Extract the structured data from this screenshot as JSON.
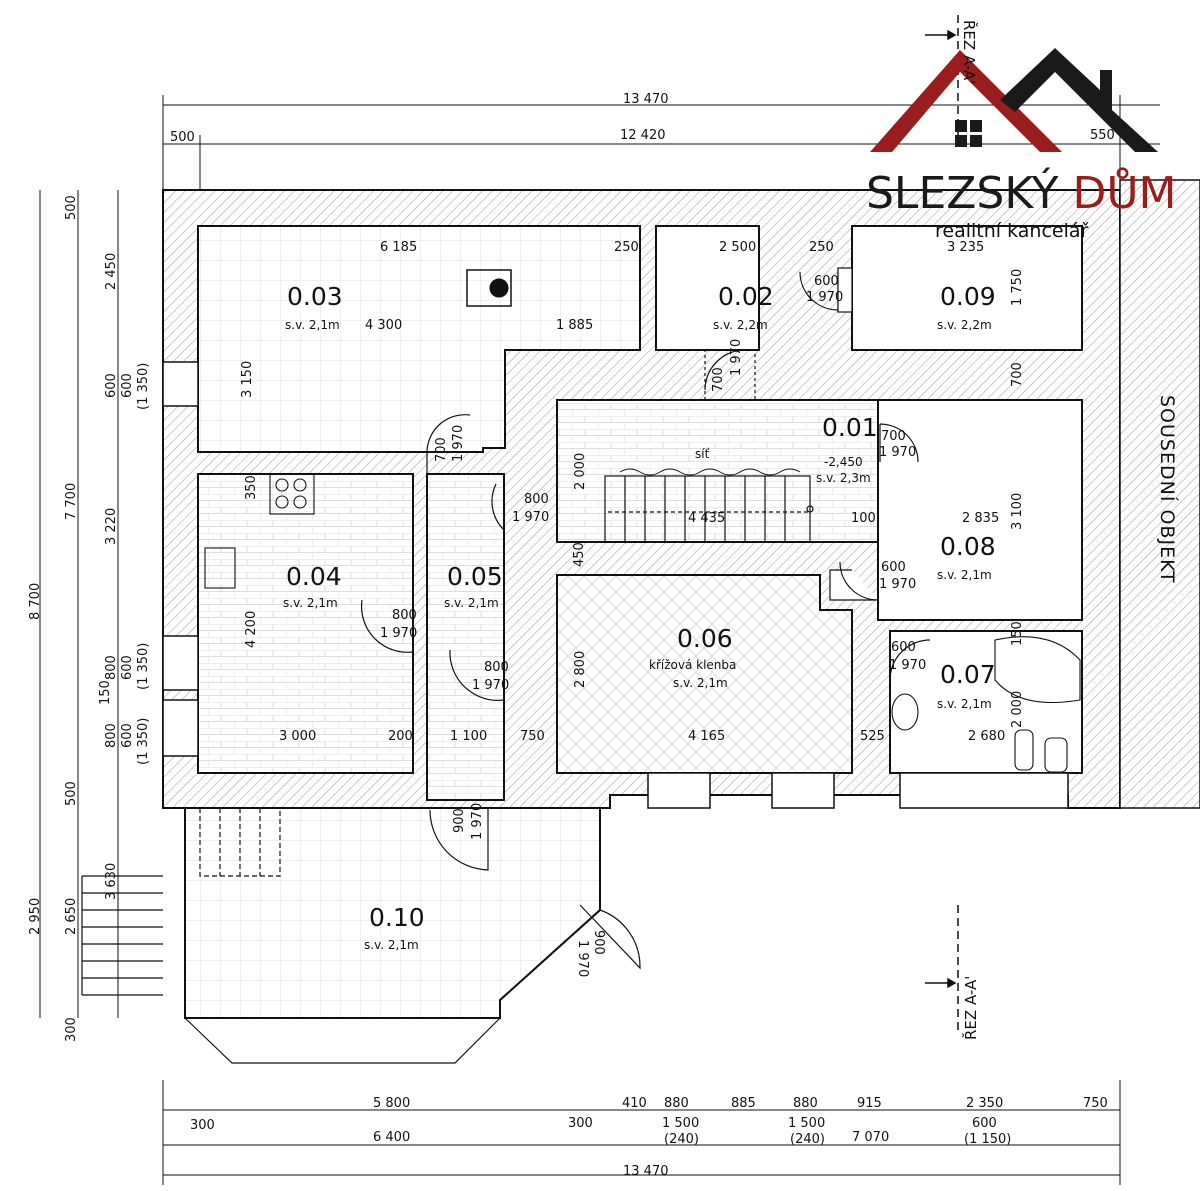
{
  "colors": {
    "logo_red": "#9b1c1c",
    "logo_dark": "#1a1a1a",
    "wall_hatch": "#9a9a9a",
    "line": "#111111"
  },
  "logo": {
    "main": "SLEZSKÝ ",
    "accent": "DŮM",
    "sub": "realitní kancelář",
    "icon": "house-roof-logo-icon"
  },
  "neighbour_label": "SOUSEDNÍ OBJEKT",
  "section_label": "ŘEZ A-A'",
  "section_label_top": "ŘEZ A-A'",
  "rooms": {
    "r003": {
      "id": "0.03",
      "height": "s.v. 2,1m"
    },
    "r002": {
      "id": "0.02",
      "height": "s.v. 2,2m"
    },
    "r009": {
      "id": "0.09",
      "height": "s.v. 2,2m"
    },
    "r001": {
      "id": "0.01",
      "level": "-2,450",
      "height": "s.v. 2,3m",
      "note": "síť"
    },
    "r004": {
      "id": "0.04",
      "height": "s.v. 2,1m"
    },
    "r005": {
      "id": "0.05",
      "height": "s.v. 2,1m"
    },
    "r006": {
      "id": "0.06",
      "note": "křížová klenba",
      "height": "s.v. 2,1m"
    },
    "r008": {
      "id": "0.08",
      "height": "s.v. 2,1m"
    },
    "r007": {
      "id": "0.07",
      "height": "s.v. 2,1m"
    },
    "r010": {
      "id": "0.10",
      "height": "s.v. 2,1m"
    }
  },
  "dims_top": {
    "overall": "13 470",
    "wall_left": "500",
    "inner": "12 420",
    "wall_right": "550"
  },
  "dims_left": {
    "outer": "8 700",
    "mid": "7 700",
    "lower": "2 950",
    "lower2": "2 650",
    "stairs": "3 630",
    "w1": "500",
    "w2": "2 450",
    "w3": "600",
    "w3b": "600",
    "w3c": "(1 350)",
    "w4": "3 220",
    "w5": "800",
    "w6": "600",
    "w6b": "(1 350)",
    "w7": "150",
    "w8": "800",
    "w9": "600",
    "w9b": "(1 350)",
    "w10": "500",
    "w11": "300"
  },
  "dims_bottom": {
    "a": "5 800",
    "b": "410",
    "c": "880",
    "d": "885",
    "e": "880",
    "f": "915",
    "g": "2 350",
    "h": "750",
    "i": "300",
    "j": "300",
    "k": "1 500",
    "k2": "(240)",
    "l": "1 500",
    "l2": "(240)",
    "m": "600",
    "m2": "(1 150)",
    "n": "6 400",
    "o": "7 070",
    "overall": "13 470"
  },
  "dims_inner": {
    "r003_w": "6 185",
    "r003_w2": "250",
    "r003_h": "3 150",
    "r003_a": "4 300",
    "r003_b": "1 885",
    "r002_w": "2 500",
    "r002_w2": "250",
    "r009_w": "3 235",
    "r009_h": "1 750",
    "d_r002": "600",
    "d_r002b": "1 970",
    "d_r001": "700",
    "d_r001b": "1 970",
    "d_r003": "700",
    "d_r003b": "1 970",
    "d_r005": "800",
    "d_r005b": "1 970",
    "r001_h": "2 000",
    "r001_w": "4 435",
    "r001_w2": "100",
    "r001_wall": "450",
    "d_r008a": "700",
    "d_r008ab": "1 970",
    "r008_up": "700",
    "r008_w": "2 835",
    "r008_h": "3 100",
    "d_r008": "600",
    "d_r008b": "1 970",
    "r004_350": "350",
    "r004_h": "4 200",
    "d_r004": "800",
    "d_r004b": "1 970",
    "d_r006": "800",
    "d_r006b": "1 970",
    "r006_h": "2 800",
    "d_r007": "600",
    "d_r007b": "1 970",
    "r007_150": "150",
    "r007_h": "2 000",
    "b_3000": "3 000",
    "b_200": "200",
    "b_1100": "1 100",
    "b_750": "750",
    "b_4165": "4 165",
    "b_525": "525",
    "b_2680": "2 680",
    "d_r010": "900",
    "d_r010b": "1 970",
    "d_r010c": "900",
    "d_r010d": "1 970"
  }
}
